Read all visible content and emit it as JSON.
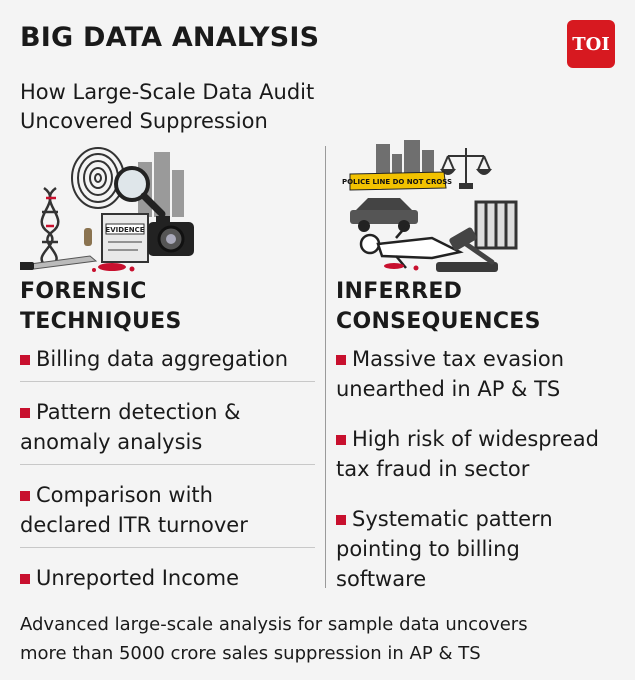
{
  "header": {
    "title": "BIG DATA ANALYSIS",
    "logo_text": "TOI",
    "subtitle_line1": "How Large-Scale Data Audit",
    "subtitle_line2": "Uncovered Suppression"
  },
  "left": {
    "heading_line1": "FORENSIC",
    "heading_line2": "TECHNIQUES",
    "illustration_label": "EVIDENCE",
    "items": [
      {
        "line1": "Billing data aggregation",
        "line2": ""
      },
      {
        "line1": "Pattern detection &",
        "line2": "anomaly analysis"
      },
      {
        "line1": "Comparison with",
        "line2": "declared ITR turnover"
      },
      {
        "line1": "Unreported Income",
        "line2": ""
      }
    ]
  },
  "right": {
    "heading_line1": "INFERRED",
    "heading_line2": "CONSEQUENCES",
    "illustration_label": "POLICE LINE DO NOT CROSS",
    "items": [
      {
        "line1": "Massive tax evasion",
        "line2": "unearthed in AP & TS",
        "line3": ""
      },
      {
        "line1": "High risk of widespread",
        "line2": "tax fraud in sector",
        "line3": ""
      },
      {
        "line1": "Systematic pattern",
        "line2": "pointing to billing",
        "line3": "software"
      }
    ]
  },
  "footer": {
    "line1": "Advanced large-scale analysis for sample data uncovers",
    "line2": "more than 5000 crore sales suppression in AP & TS"
  },
  "colors": {
    "accent_red": "#c8102e",
    "logo_red": "#d71920",
    "background": "#f4f4f4",
    "text": "#1a1a1a"
  },
  "icons": {
    "left_illustration": "forensic-evidence-illustration",
    "right_illustration": "crime-scene-courthouse-illustration"
  }
}
